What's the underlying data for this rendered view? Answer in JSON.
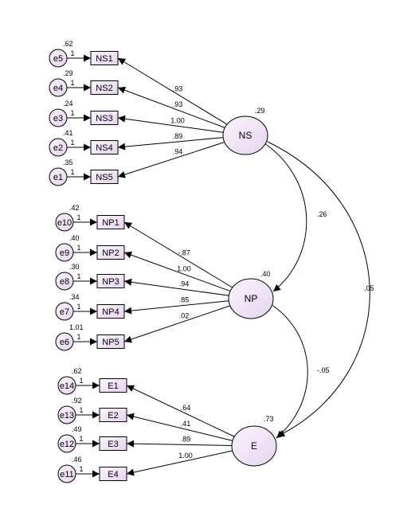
{
  "colors": {
    "node_fill_light": "#fbf4fd",
    "node_fill_dark": "#e6d4ef",
    "stroke": "#000000",
    "background": "#ffffff"
  },
  "latents": [
    {
      "id": "NS",
      "label": "NS",
      "variance": ".29"
    },
    {
      "id": "NP",
      "label": "NP",
      "variance": ".40"
    },
    {
      "id": "E",
      "label": "E",
      "variance": ".73"
    }
  ],
  "indicators": [
    {
      "id": "NS1",
      "latent": "NS",
      "label": "NS1",
      "error": "e5",
      "error_variance": ".62",
      "error_path": "1",
      "loading": ".93"
    },
    {
      "id": "NS2",
      "latent": "NS",
      "label": "NS2",
      "error": "e4",
      "error_variance": ".29",
      "error_path": "1",
      "loading": ".93"
    },
    {
      "id": "NS3",
      "latent": "NS",
      "label": "NS3",
      "error": "e3",
      "error_variance": ".24",
      "error_path": "1",
      "loading": "1.00"
    },
    {
      "id": "NS4",
      "latent": "NS",
      "label": "NS4",
      "error": "e2",
      "error_variance": ".41",
      "error_path": "1",
      "loading": ".89"
    },
    {
      "id": "NS5",
      "latent": "NS",
      "label": "NS5",
      "error": "e1",
      "error_variance": ".35",
      "error_path": "1",
      "loading": ".94"
    },
    {
      "id": "NP1",
      "latent": "NP",
      "label": "NP1",
      "error": "e10",
      "error_variance": ".42",
      "error_path": "1",
      "loading": "-.87"
    },
    {
      "id": "NP2",
      "latent": "NP",
      "label": "NP2",
      "error": "e9",
      "error_variance": ".40",
      "error_path": "1",
      "loading": "1.00"
    },
    {
      "id": "NP3",
      "latent": "NP",
      "label": "NP3",
      "error": "e8",
      "error_variance": ".30",
      "error_path": "1",
      "loading": ".94"
    },
    {
      "id": "NP4",
      "latent": "NP",
      "label": "NP4",
      "error": "e7",
      "error_variance": ".34",
      "error_path": "1",
      "loading": ".85"
    },
    {
      "id": "NP5",
      "latent": "NP",
      "label": "NP5",
      "error": "e6",
      "error_variance": "1.01",
      "error_path": "1",
      "loading": ".02"
    },
    {
      "id": "E1",
      "latent": "E",
      "label": "E1",
      "error": "e14",
      "error_variance": ".62",
      "error_path": "1",
      "loading": ".64"
    },
    {
      "id": "E2",
      "latent": "E",
      "label": "E2",
      "error": "e13",
      "error_variance": ".92",
      "error_path": "1",
      "loading": ".41"
    },
    {
      "id": "E3",
      "latent": "E",
      "label": "E3",
      "error": "e12",
      "error_variance": ".49",
      "error_path": "1",
      "loading": ".89"
    },
    {
      "id": "E4",
      "latent": "E",
      "label": "E4",
      "error": "e11",
      "error_variance": ".46",
      "error_path": "1",
      "loading": "1.00"
    }
  ],
  "covariances": [
    {
      "from": "NS",
      "to": "NP",
      "value": ".26"
    },
    {
      "from": "NP",
      "to": "E",
      "value": "-.05"
    },
    {
      "from": "NS",
      "to": "E",
      "value": ".05"
    }
  ]
}
